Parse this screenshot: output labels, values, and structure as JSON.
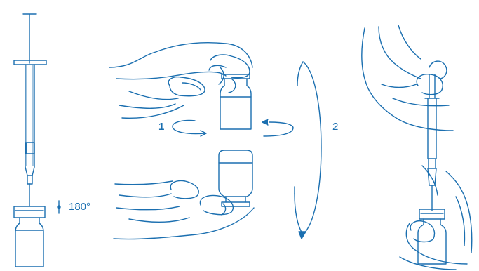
{
  "colors": {
    "line": "#1b6fb0",
    "background": "#ffffff"
  },
  "labels": {
    "step_one": "1",
    "step_two": "2",
    "rotation": "180°"
  },
  "icons": {
    "syringe": "syringe-icon",
    "vial": "vial-icon",
    "hand": "hand-icon",
    "rotate_arrow": "rotate-arrow-icon"
  }
}
